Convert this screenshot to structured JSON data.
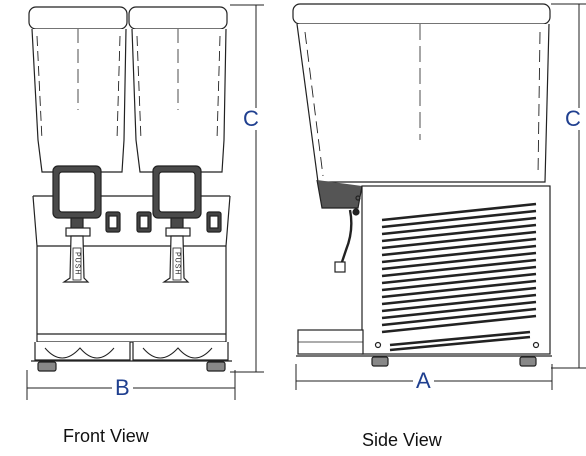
{
  "dimensions": {
    "a": "A",
    "b": "B",
    "c": "C"
  },
  "captions": {
    "front": "Front View",
    "side": "Side View"
  },
  "push_label": "PUSH",
  "colors": {
    "dimension_text": "#1f3f8f",
    "outline": "#222222",
    "panel_fill": "#d8d8d8",
    "dark": "#3a3a3a"
  }
}
